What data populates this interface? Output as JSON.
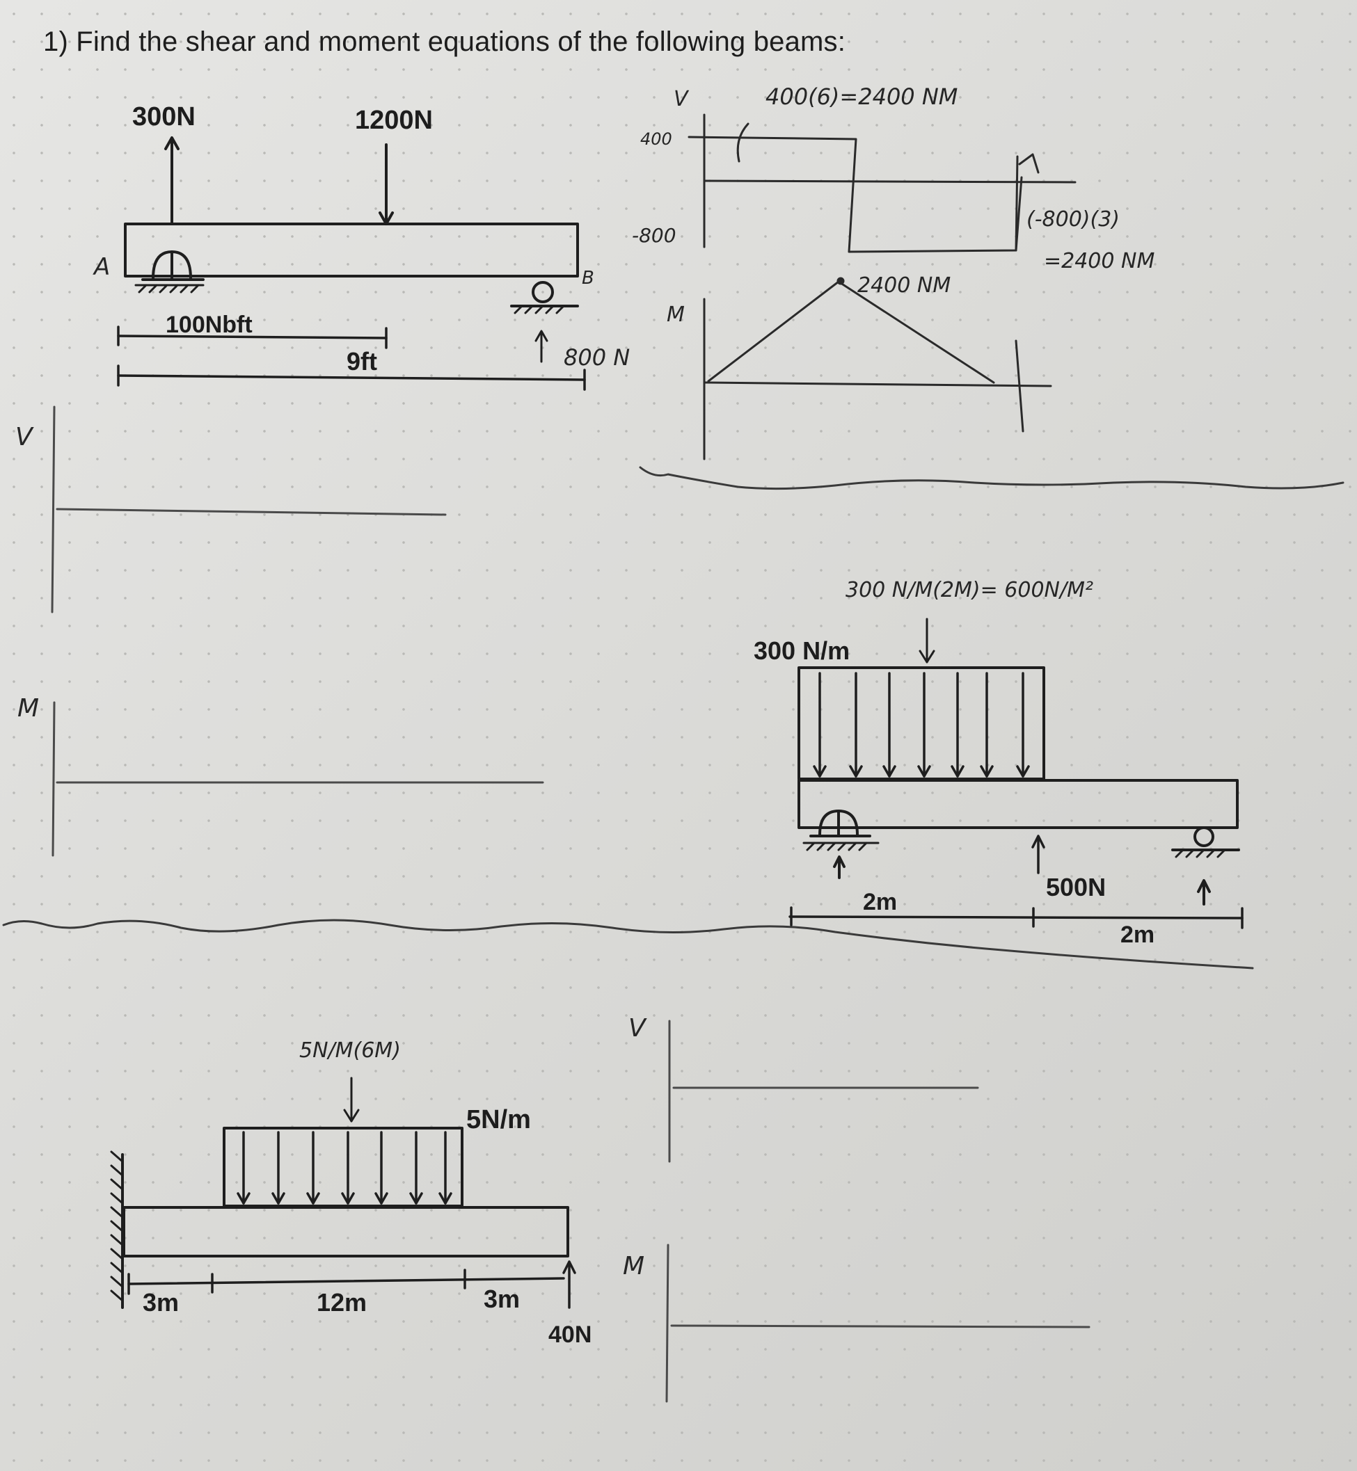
{
  "problem": {
    "title": "1) Find the shear and moment equations of the following beams:"
  },
  "beam1": {
    "force_up": "300N",
    "force_down": "1200N",
    "support_a": "A",
    "support_b": "B",
    "dim_1": "100Nbft",
    "dim_2": "9ft",
    "reaction_b": "800 N",
    "axis_v": "V",
    "axis_m": "M",
    "notes": {
      "v_label": "V",
      "v_top": "400",
      "v_bottom": "-800",
      "area1": "400(6)=2400 NM",
      "area2_line1": "(-800)(3)",
      "area2_line2": "=2400 NM",
      "m_label": "M",
      "m_peak": "2400 NM"
    }
  },
  "beam2": {
    "calc": "300 N/M(2M)= 600N/M²",
    "load_label": "300 N/m",
    "force": "500N",
    "dim_1": "2m",
    "dim_2": "2m"
  },
  "beam3": {
    "calc": "5N/M(6M)",
    "load_label": "5N/m",
    "dim_1": "3m",
    "dim_2": "12m",
    "dim_3": "3m",
    "reaction": "40N",
    "axis_v": "V",
    "axis_m": "M"
  }
}
